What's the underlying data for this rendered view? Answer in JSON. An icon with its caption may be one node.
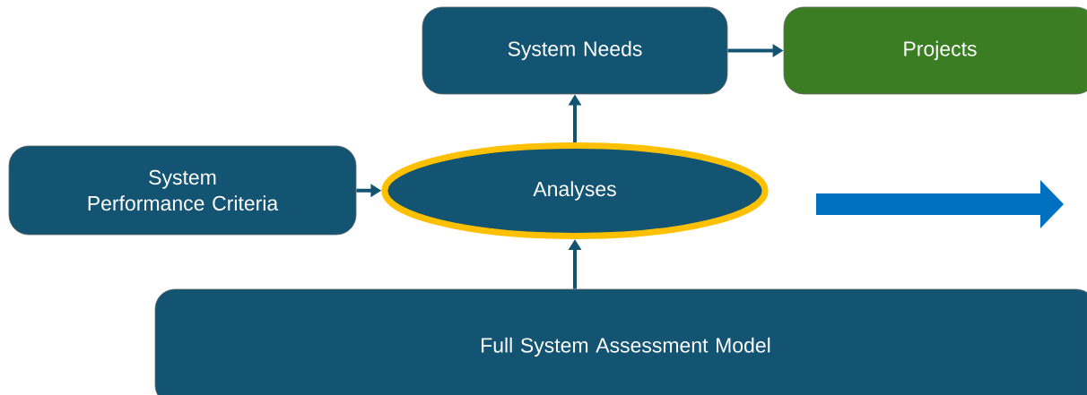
{
  "diagram": {
    "nodes": [
      {
        "text": [
          "System Needs"
        ]
      },
      {
        "text": [
          "Projects"
        ]
      },
      {
        "text": [
          "System Performance Criteria"
        ]
      },
      {
        "text": [
          "Analyses"
        ]
      },
      {
        "text": [
          "Full System Assessment Model"
        ]
      }
    ],
    "edges": [
      {
        "from": 0,
        "to": 1,
        "arrow": "to"
      },
      {
        "from": 3,
        "to": 0,
        "arrow": "to"
      },
      {
        "from": 2,
        "to": 3,
        "arrow": "to"
      },
      {
        "from": 4,
        "to": 3,
        "arrow": "to"
      }
    ]
  }
}
